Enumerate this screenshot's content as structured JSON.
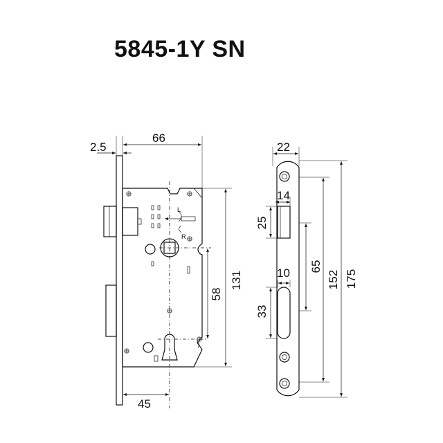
{
  "title": "5845-1Y SN",
  "dimensions": {
    "d_2_5": "2.5",
    "d_66": "66",
    "d_45": "45",
    "d_131": "131",
    "d_58": "58",
    "d_22": "22",
    "d_14": "14",
    "d_25": "25",
    "d_10": "10",
    "d_33": "33",
    "d_65": "65",
    "d_152": "152",
    "d_175": "175"
  },
  "symbols": {
    "left": "L",
    "right": "R"
  }
}
